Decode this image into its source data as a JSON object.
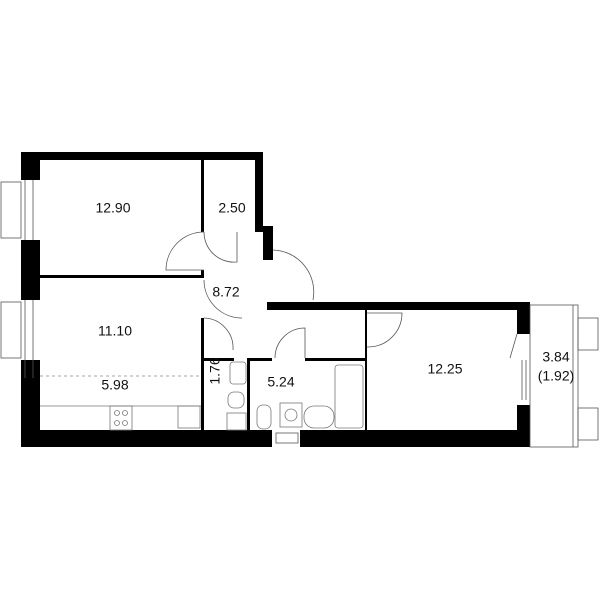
{
  "rooms": [
    {
      "id": "bedroom-1",
      "area": "12.90"
    },
    {
      "id": "storage",
      "area": "2.50"
    },
    {
      "id": "hallway",
      "area": "8.72"
    },
    {
      "id": "bedroom-2",
      "area": "11.10"
    },
    {
      "id": "kitchen",
      "area": "5.98"
    },
    {
      "id": "toilet",
      "area": "1.76"
    },
    {
      "id": "bathroom",
      "area": "5.24"
    },
    {
      "id": "living-room",
      "area": "12.25"
    },
    {
      "id": "balcony",
      "area": "3.84",
      "reduced_area": "(1.92)"
    }
  ],
  "colors": {
    "wall": "#000000",
    "line": "#555555"
  }
}
